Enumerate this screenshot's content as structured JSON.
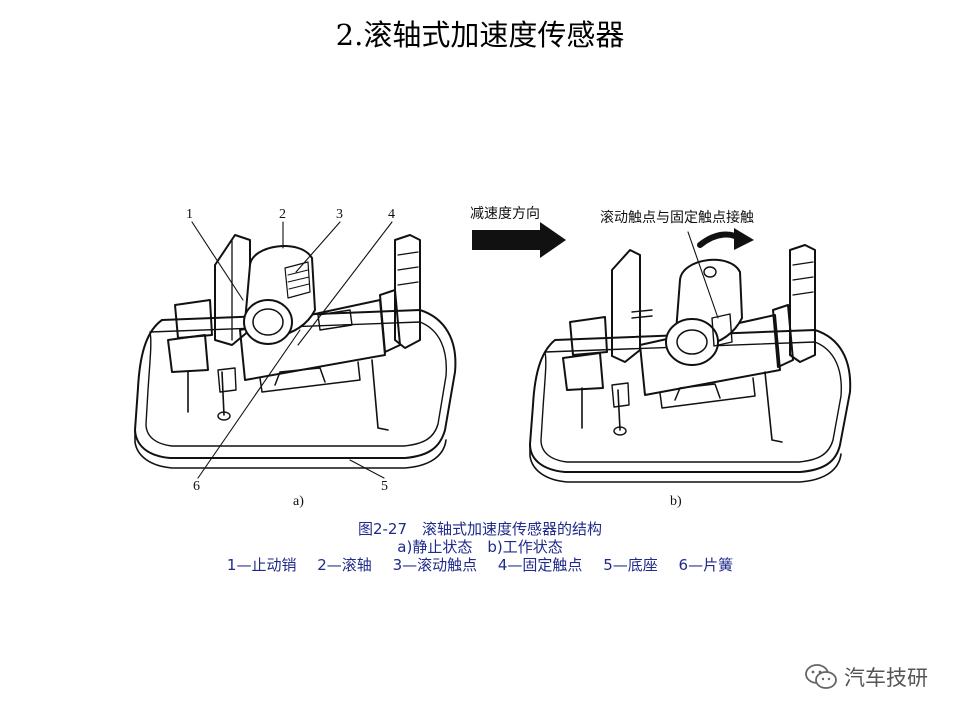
{
  "page_title": "2.滚轴式加速度传感器",
  "figure": {
    "callouts": [
      "1",
      "2",
      "3",
      "4",
      "5",
      "6"
    ],
    "panel_a_label": "a)",
    "panel_b_label": "b)",
    "decel_label": "减速度方向",
    "contact_label": "滚动触点与固定触点接触"
  },
  "caption": {
    "line1": "图2-27　滚轴式加速度传感器的结构",
    "line2": "a)静止状态　b)工作状态",
    "parts": [
      "1—止动销",
      "2—滚轴",
      "3—滚动触点",
      "4—固定触点",
      "5—底座",
      "6—片簧"
    ]
  },
  "watermark": {
    "text": "汽车技研",
    "icon": "wechat-icon"
  },
  "colors": {
    "caption": "#1f2a8a",
    "line": "#111111"
  }
}
